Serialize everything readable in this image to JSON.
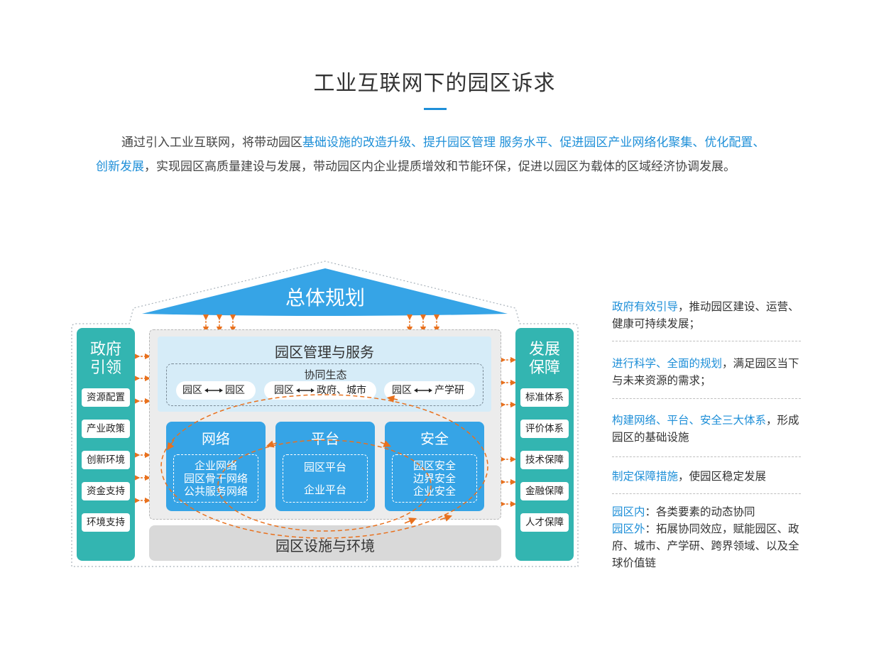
{
  "header": {
    "title": "工业互联网下的园区诉求"
  },
  "intro": {
    "lead": "通过引入工业互联网，将带动园区",
    "highlight": "基础设施的改造升级、提升园区管理 服务水平、促进园区产业网络化聚集、优化配置、创新发展",
    "rest": "，实现园区高质量建设与发展，带动园区内企业提质增效和节能环保，促进以园区为载体的区域经济协调发展。"
  },
  "diagram": {
    "roof": "总体规划",
    "left_pillar": {
      "title_1": "政府",
      "title_2": "引领",
      "items": [
        "资源配置",
        "产业政策",
        "创新环境",
        "资金支持",
        "环境支持"
      ]
    },
    "right_pillar": {
      "title_1": "发展",
      "title_2": "保障",
      "items": [
        "标准体系",
        "评价体系",
        "技术保障",
        "金融保障",
        "人才保障"
      ]
    },
    "management": {
      "title": "园区管理与服务",
      "ecology_title": "协同生态",
      "pairs": [
        {
          "left": "园区",
          "right": "园区"
        },
        {
          "left": "园区",
          "right": "政府、城市"
        },
        {
          "left": "园区",
          "right": "产学研"
        }
      ]
    },
    "blocks": [
      {
        "title": "网络",
        "lines": [
          "企业网络",
          "园区骨干网络",
          "公共服务网络"
        ]
      },
      {
        "title": "平台",
        "lines": [
          "园区平台",
          "企业平台"
        ]
      },
      {
        "title": "安全",
        "lines": [
          "园区安全",
          "边界安全",
          "企业安全"
        ]
      }
    ],
    "base": "园区设施与环境",
    "colors": {
      "roof": "#36a4e6",
      "pillar": "#33b5b1",
      "block": "#36a4e6",
      "arrow": "#e8711e",
      "highlight": "#1e8fd8"
    }
  },
  "side_notes": [
    {
      "hl": "政府有效引导",
      "text": "，推动园区建设、运营、健康可持续发展；"
    },
    {
      "hl": "进行科学、全面的规划",
      "text": "，满足园区当下与未来资源的需求；"
    },
    {
      "hl": "构建网络、平台、安全三大体系",
      "text": "，形成园区的基础设施"
    },
    {
      "hl": "制定保障措施",
      "text": "，使园区稳定发展"
    },
    {
      "hl": "园区内",
      "text": "：各类要素的动态协同"
    },
    {
      "hl": "园区外",
      "text": "：拓展协同效应，赋能园区、政府、城市、产学研、跨界领域、以及全球价值链"
    }
  ]
}
